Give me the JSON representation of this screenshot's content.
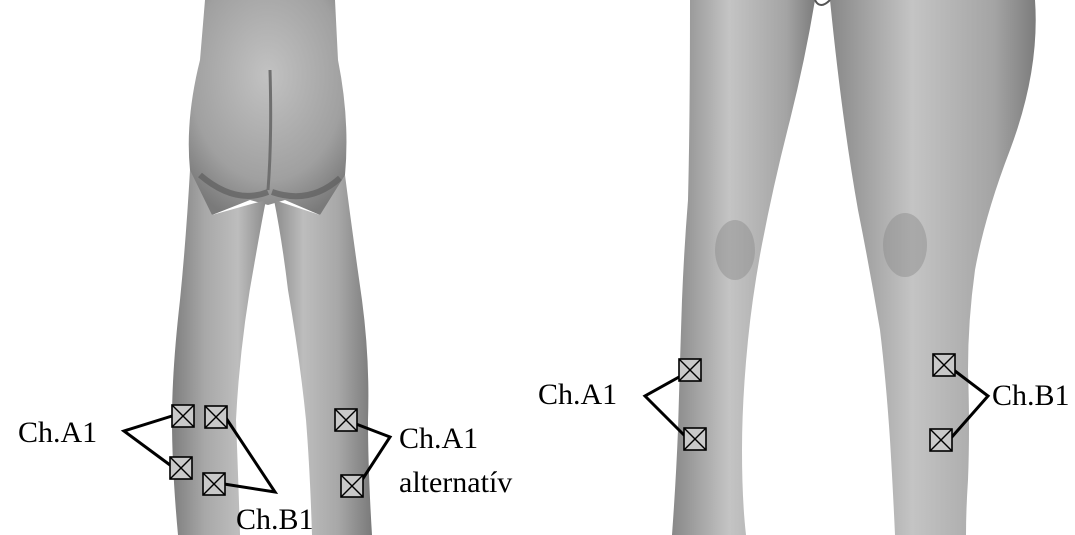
{
  "figure": {
    "left_panel": {
      "view": "posterior",
      "labels": {
        "ch_a1": "Ch.A1",
        "ch_b1": "Ch.B1",
        "ch_a1_alt_line1": "Ch.A1",
        "ch_a1_alt_line2": "alternatív"
      }
    },
    "right_panel": {
      "view": "anterior",
      "labels": {
        "ch_a1": "Ch.A1",
        "ch_b1": "Ch.B1"
      }
    }
  },
  "colors": {
    "skin_light": "#b4b4b4",
    "skin_mid": "#9a9a9a",
    "skin_dark": "#6e6e6e",
    "pad_fill": "#c9c9c9",
    "line": "#000000",
    "background": "#ffffff"
  },
  "icons": {
    "electrode": "square-with-x-icon"
  }
}
